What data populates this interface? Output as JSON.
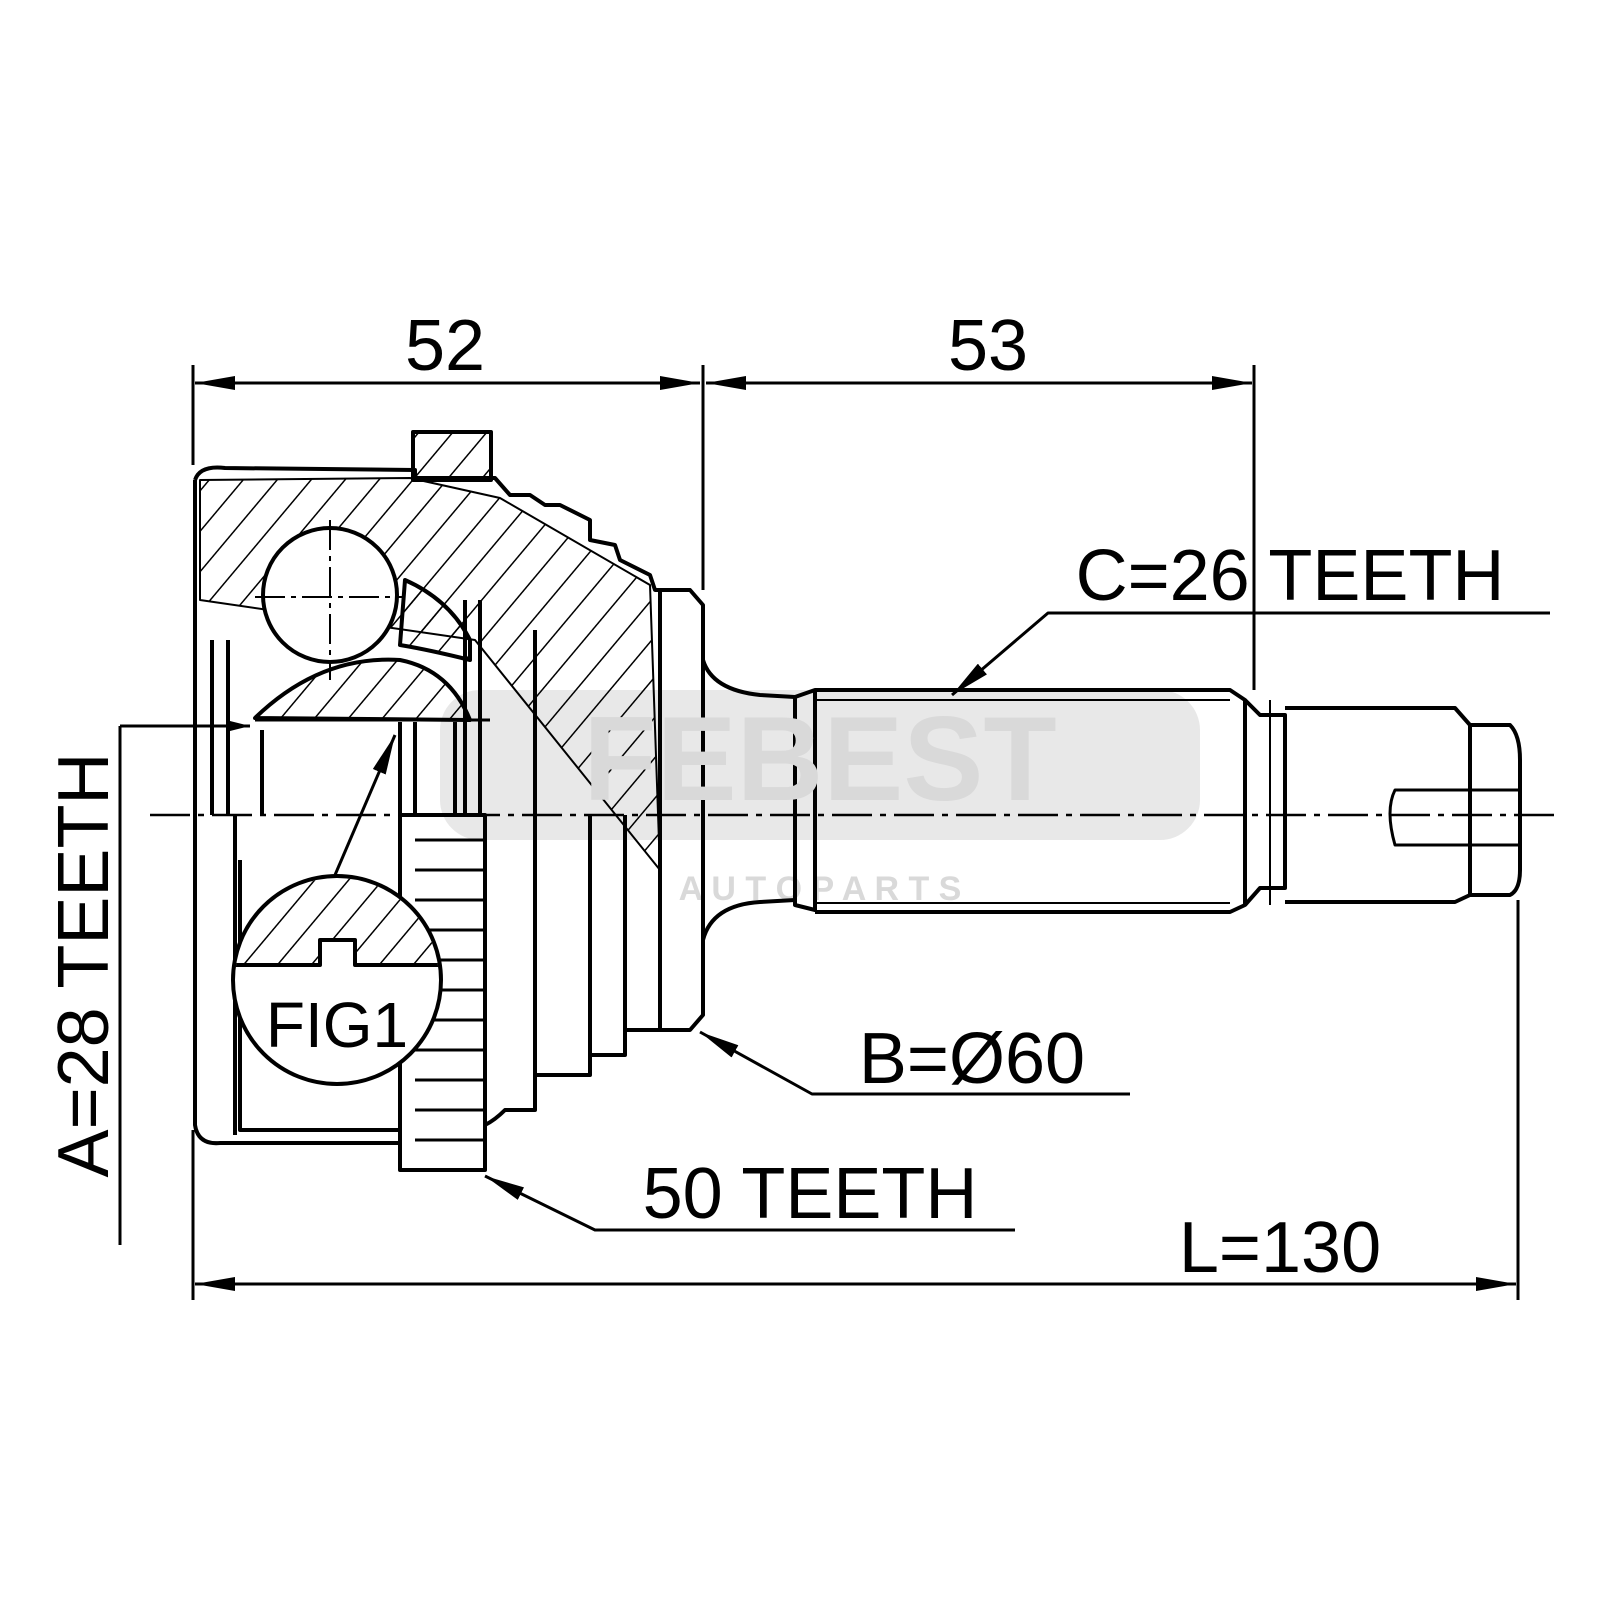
{
  "dimensions": {
    "housing_length": "52",
    "shaft_length": "53",
    "total_length": "L=130",
    "outer_spline": "C=26 TEETH",
    "inner_spline": "A=28 TEETH",
    "seal_diameter": "B=Ø60",
    "abs_ring": "50 TEETH"
  },
  "detail_label": "FIG1",
  "watermark": {
    "brand": "FEBEST",
    "subtitle": "A U T O   P A R T S"
  }
}
